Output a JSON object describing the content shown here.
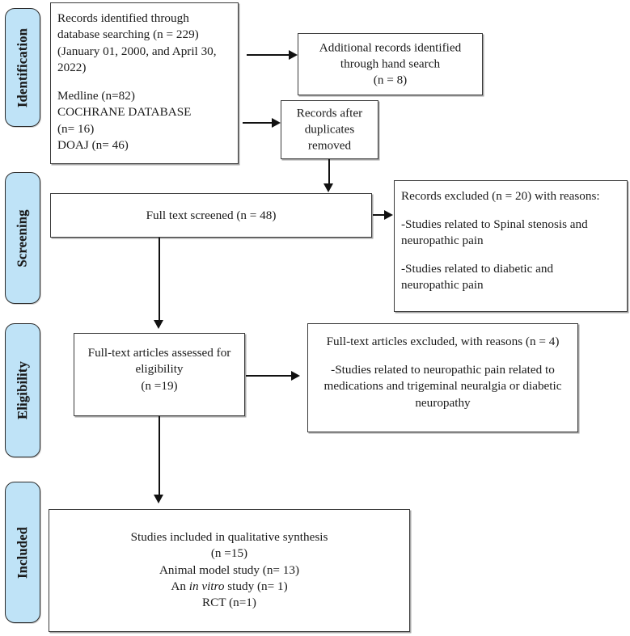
{
  "diagram": {
    "title": "PRISMA flow diagram",
    "accent_color": "#bfe3f7",
    "line_color": "#111111",
    "box_border_color": "#3a3a3a"
  },
  "stages": [
    {
      "key": "identification",
      "label": "Identification"
    },
    {
      "key": "screening",
      "label": "Screening"
    },
    {
      "key": "eligibility",
      "label": "Eligibility"
    },
    {
      "key": "included",
      "label": "Included"
    }
  ],
  "boxes": {
    "records_identified": {
      "lines": [
        "Records identified through",
        "database searching (n = 229)",
        "(January 01, 2000, and April 30,",
        "2022)",
        "",
        "Medline (n=82)",
        "COCHRANE DATABASE",
        "(n= 16)",
        "DOAJ (n= 46)"
      ]
    },
    "hand_search": {
      "lines": [
        "Additional records identified",
        "through hand search",
        "(n = 8)"
      ]
    },
    "duplicates_removed": {
      "lines": [
        "Records after",
        "duplicates",
        "removed"
      ]
    },
    "full_text_screened": {
      "lines": [
        "Full text screened (n = 48)"
      ]
    },
    "records_excluded": {
      "lines": [
        "Records excluded (n = 20) with reasons:",
        "",
        "-Studies related to Spinal stenosis and",
        "neuropathic pain",
        "",
        "-Studies related to diabetic and",
        "neuropathic pain"
      ]
    },
    "articles_assessed": {
      "lines": [
        "Full-text articles assessed for",
        "eligibility",
        "(n =19)"
      ]
    },
    "articles_excluded": {
      "lines": [
        "Full-text articles excluded, with reasons (n = 4)",
        "",
        "-Studies related to neuropathic pain related to",
        "medications and trigeminal neuralgia or diabetic",
        "neuropathy"
      ]
    },
    "studies_included": {
      "line1": "Studies included in qualitative synthesis",
      "line2": "(n =15)",
      "line3": "Animal model study (n= 13)",
      "line4_pre": "An ",
      "line4_italic": "in vitro",
      "line4_post": " study (n= 1)",
      "line5": "RCT (n=1)"
    }
  },
  "counts": {
    "database_searching": 229,
    "medline": 82,
    "cochrane": 16,
    "doaj": 46,
    "hand_search": 8,
    "full_text_screened": 48,
    "records_excluded": 20,
    "articles_assessed": 19,
    "articles_excluded": 4,
    "included_total": 15,
    "animal_model_study": 13,
    "in_vitro_study": 1,
    "rct": 1
  }
}
